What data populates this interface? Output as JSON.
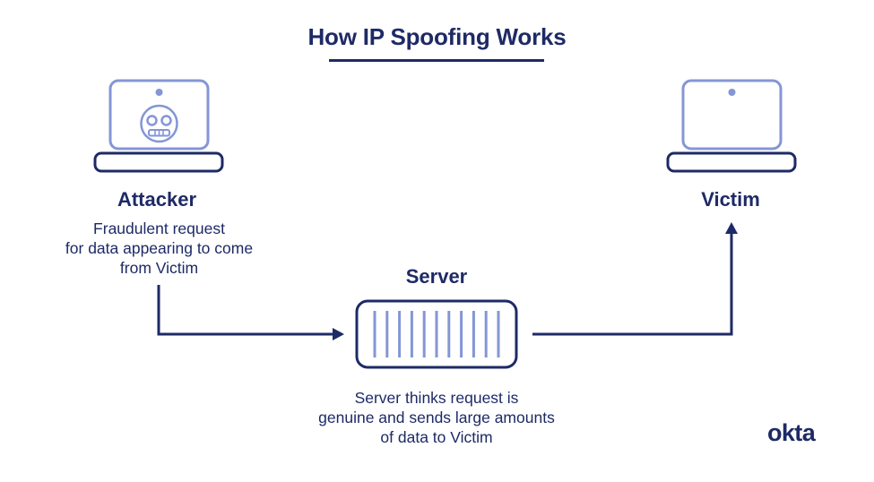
{
  "title": "How IP Spoofing Works",
  "nodes": {
    "attacker": {
      "label": "Attacker",
      "description": [
        "Fraudulent request",
        "for data appearing to come",
        "from Victim"
      ]
    },
    "victim": {
      "label": "Victim"
    },
    "server": {
      "label": "Server",
      "description": [
        "Server thinks request is",
        "genuine and sends large amounts",
        "of data to Victim"
      ]
    }
  },
  "logo": "okta",
  "colors": {
    "navy": "#1e2a66",
    "periwinkle": "#8496d6",
    "background": "#ffffff"
  },
  "icons": {
    "attacker": "laptop-robot-icon",
    "victim": "laptop-icon",
    "server": "server-icon"
  }
}
